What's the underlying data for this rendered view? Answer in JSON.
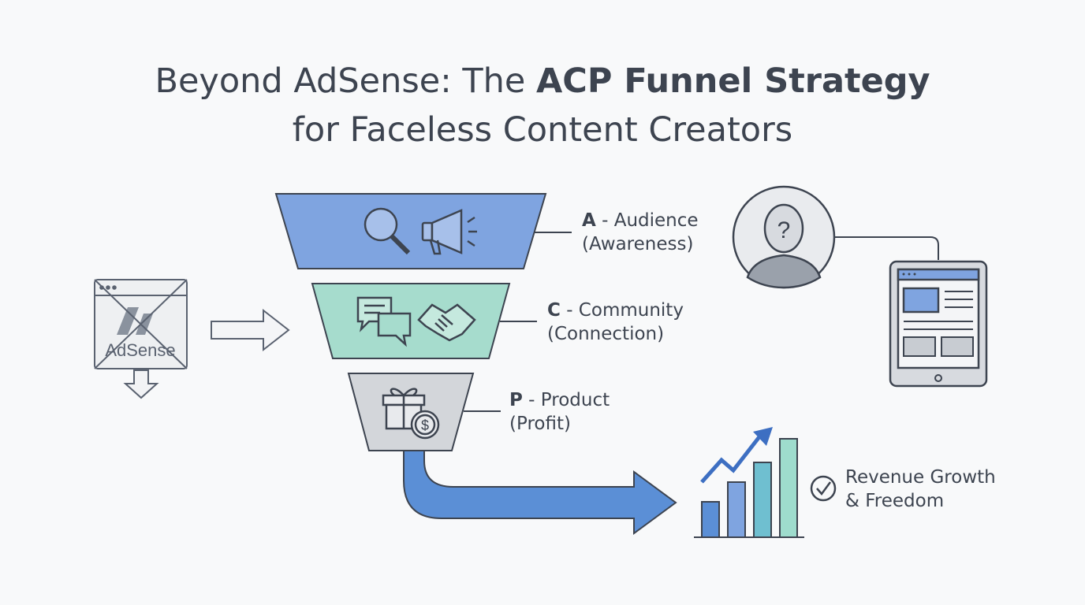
{
  "title": {
    "line1_regular": "Beyond AdSense: The ",
    "line1_bold": "ACP Funnel Strategy",
    "line2": "for Faceless Content Creators"
  },
  "adsense_box": {
    "label": "AdSense"
  },
  "funnel": {
    "stages": [
      {
        "letter": "A",
        "name": " - Audience",
        "detail": "(Awareness)",
        "icons": [
          "magnifier-icon",
          "megaphone-icon"
        ],
        "color": "#7fa4e0"
      },
      {
        "letter": "C",
        "name": " - Community",
        "detail": "(Connection)",
        "icons": [
          "chat-bubbles-icon",
          "handshake-icon"
        ],
        "color": "#a6dccd"
      },
      {
        "letter": "P",
        "name": " - Product",
        "detail": "(Profit)",
        "icons": [
          "gift-box-icon",
          "coin-dollar-icon"
        ],
        "color": "#d3d6da"
      }
    ]
  },
  "outcome": {
    "line1": "Revenue Growth",
    "line2": "& Freedom",
    "icon": "check-circle-icon"
  },
  "side_icons": [
    "anonymous-person-icon",
    "tablet-icon"
  ],
  "chart_data": {
    "type": "bar",
    "categories": [
      "",
      "",
      "",
      ""
    ],
    "values": [
      45,
      70,
      95,
      125
    ],
    "colors": [
      "#5b8fd6",
      "#7fa4e0",
      "#6fbfd0",
      "#9edccd"
    ],
    "title": "",
    "xlabel": "",
    "ylabel": "",
    "ylim": [
      0,
      130
    ],
    "trend_arrow": true
  }
}
